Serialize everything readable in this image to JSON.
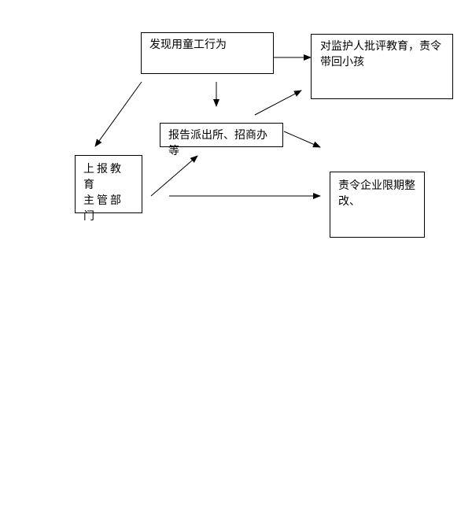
{
  "flowchart": {
    "discover_box": {
      "label": "发现用童工行为"
    },
    "criticize_box": {
      "label_line1": "对监护人批评教育，责令",
      "label_line2": "带回小孩"
    },
    "report_box": {
      "label": "报告派出所、招商办等"
    },
    "upper_box": {
      "label_line1": "上报教育",
      "label_line2": "主管部门"
    },
    "rectify_box": {
      "label_line1": "责令企业限期整",
      "label_line2": "改、"
    }
  },
  "colors": {
    "line": "#000000",
    "background": "#ffffff"
  }
}
